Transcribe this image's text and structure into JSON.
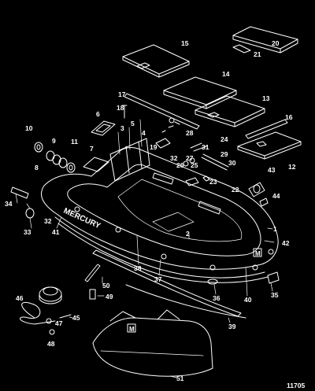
{
  "diagram": {
    "reference_code": "11705",
    "brand_label": "MERCURY",
    "parts": [
      {
        "id": "1"
      },
      {
        "id": "2"
      },
      {
        "id": "3"
      },
      {
        "id": "4"
      },
      {
        "id": "5"
      },
      {
        "id": "6"
      },
      {
        "id": "7"
      },
      {
        "id": "8"
      },
      {
        "id": "9"
      },
      {
        "id": "10"
      },
      {
        "id": "11"
      },
      {
        "id": "12"
      },
      {
        "id": "13"
      },
      {
        "id": "14"
      },
      {
        "id": "15"
      },
      {
        "id": "16"
      },
      {
        "id": "17"
      },
      {
        "id": "18"
      },
      {
        "id": "19"
      },
      {
        "id": "20"
      },
      {
        "id": "21"
      },
      {
        "id": "22"
      },
      {
        "id": "23"
      },
      {
        "id": "24"
      },
      {
        "id": "25"
      },
      {
        "id": "26"
      },
      {
        "id": "27"
      },
      {
        "id": "28"
      },
      {
        "id": "29"
      },
      {
        "id": "30"
      },
      {
        "id": "31"
      },
      {
        "id": "32"
      },
      {
        "id": "33"
      },
      {
        "id": "34"
      },
      {
        "id": "35"
      },
      {
        "id": "36"
      },
      {
        "id": "37"
      },
      {
        "id": "38"
      },
      {
        "id": "39"
      },
      {
        "id": "40"
      },
      {
        "id": "41"
      },
      {
        "id": "42"
      },
      {
        "id": "43"
      },
      {
        "id": "44"
      },
      {
        "id": "45"
      },
      {
        "id": "46"
      },
      {
        "id": "47"
      },
      {
        "id": "48"
      },
      {
        "id": "49"
      },
      {
        "id": "50"
      },
      {
        "id": "51"
      }
    ]
  }
}
